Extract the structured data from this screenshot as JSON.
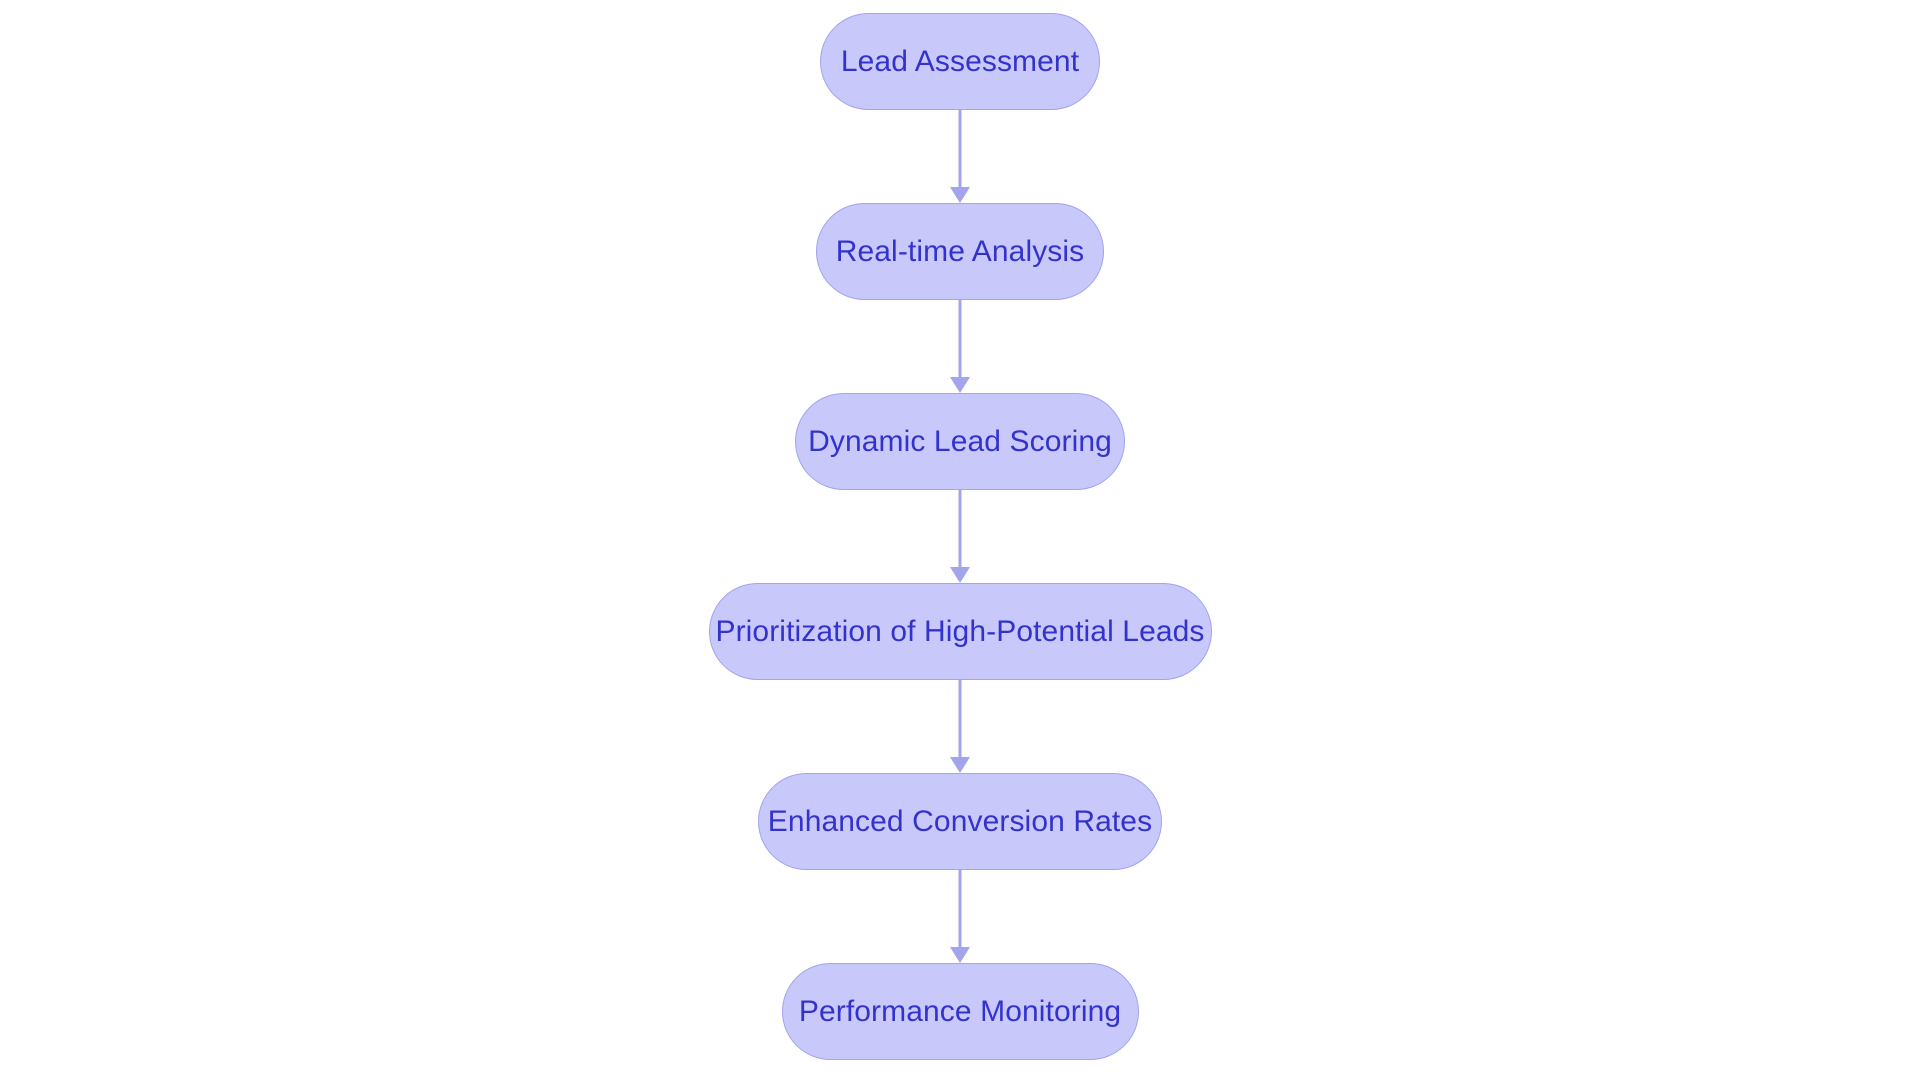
{
  "diagram": {
    "type": "flowchart",
    "orientation": "vertical-top-to-bottom",
    "title": "",
    "colors": {
      "node_fill": "#c8c8fb",
      "node_border": "#a3a3ee",
      "node_text": "#3333cc",
      "connector": "#a3a3ee",
      "background": "#ffffff"
    },
    "nodes": [
      {
        "id": "lead-assessment",
        "label": "Lead Assessment",
        "shape": "rounded-pill"
      },
      {
        "id": "real-time-analysis",
        "label": "Real-time Analysis",
        "shape": "rounded-pill"
      },
      {
        "id": "dynamic-lead-scoring",
        "label": "Dynamic Lead Scoring",
        "shape": "rounded-pill"
      },
      {
        "id": "prioritization-of-high-potential-leads",
        "label": "Prioritization of High-Potential Leads",
        "shape": "rounded-pill"
      },
      {
        "id": "enhanced-conversion-rates",
        "label": "Enhanced Conversion Rates",
        "shape": "rounded-pill"
      },
      {
        "id": "performance-monitoring",
        "label": "Performance Monitoring",
        "shape": "rounded-pill"
      }
    ],
    "edges": [
      {
        "from": "lead-assessment",
        "to": "real-time-analysis",
        "label": "",
        "arrow": "down-arrow-icon"
      },
      {
        "from": "real-time-analysis",
        "to": "dynamic-lead-scoring",
        "label": "",
        "arrow": "down-arrow-icon"
      },
      {
        "from": "dynamic-lead-scoring",
        "to": "prioritization-of-high-potential-leads",
        "label": "",
        "arrow": "down-arrow-icon"
      },
      {
        "from": "prioritization-of-high-potential-leads",
        "to": "enhanced-conversion-rates",
        "label": "",
        "arrow": "down-arrow-icon"
      },
      {
        "from": "enhanced-conversion-rates",
        "to": "performance-monitoring",
        "label": "",
        "arrow": "down-arrow-icon"
      }
    ]
  }
}
